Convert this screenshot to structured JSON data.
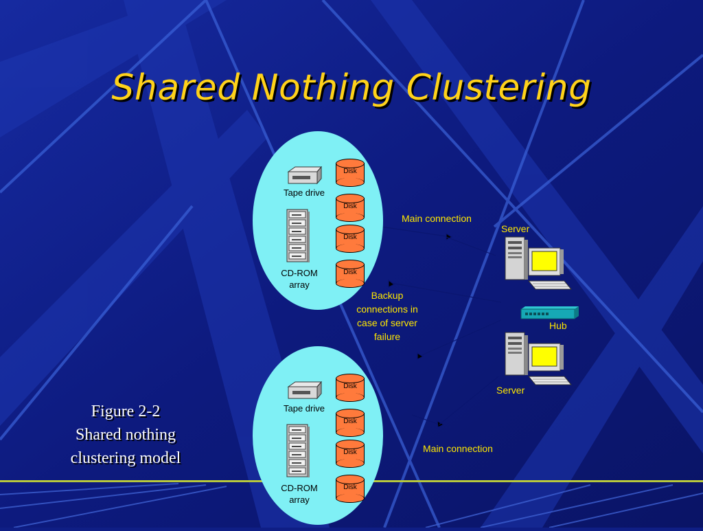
{
  "slide": {
    "title": "Shared Nothing Clustering",
    "caption": [
      "Figure 2-2",
      "Shared nothing",
      "clustering model"
    ]
  },
  "diagram": {
    "groups": [
      {
        "tape_label": "Tape drive",
        "cdrom_label": [
          "CD-ROM",
          "array"
        ],
        "disks": [
          "Disk",
          "Disk",
          "Disk",
          "Disk"
        ]
      },
      {
        "tape_label": "Tape drive",
        "cdrom_label": [
          "CD-ROM",
          "array"
        ],
        "disks": [
          "Disk",
          "Disk",
          "Disk",
          "Disk"
        ]
      }
    ],
    "labels": {
      "main_connection_top": "Main connection",
      "main_connection_bottom": "Main connection",
      "backup": [
        "Backup",
        "connections in",
        "case of server",
        "failure"
      ],
      "server_top": "Server",
      "server_bottom": "Server",
      "hub": "Hub"
    }
  },
  "colors": {
    "background": "#0f1e85",
    "title": "#ffd21a",
    "label": "#ffe800",
    "group_fill": "#7ff0f5",
    "disk": "#ff7a3c",
    "screen": "#ffff00",
    "hub": "#16a8b5"
  }
}
